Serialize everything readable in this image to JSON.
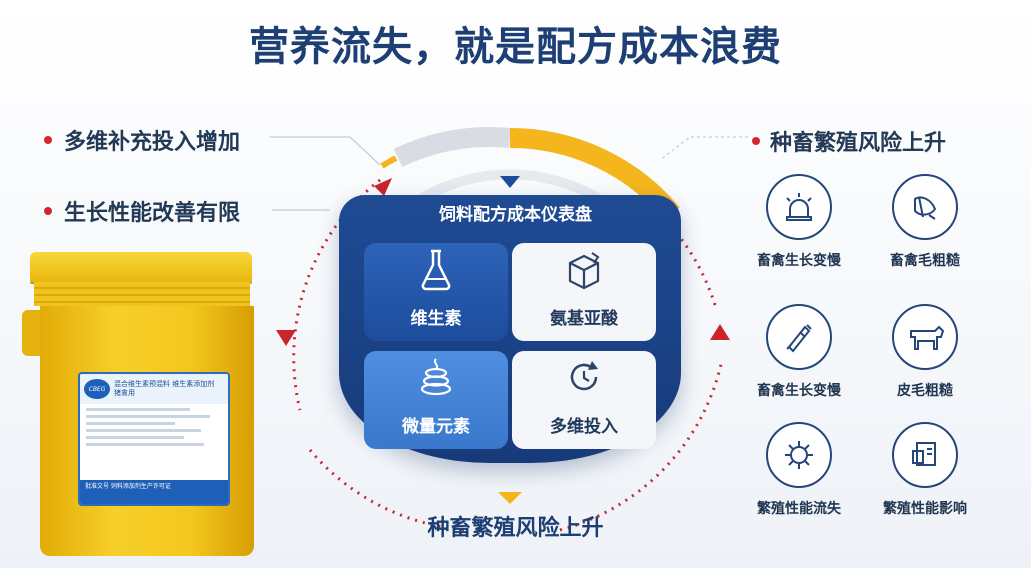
{
  "title": "营养流失，就是配方成本浪费",
  "left_bullets": [
    {
      "text": "多维补充投入增加"
    },
    {
      "text": "生长性能改善有限"
    }
  ],
  "product_label": {
    "brand": "CBEG",
    "line1": "混合维生素预混料 维生素添加剂",
    "line2": "猪禽用",
    "footer": "批准文号 饲料添加剂生产许可证"
  },
  "dashboard": {
    "title": "饲料配方成本仪表盘",
    "tiles": [
      {
        "label": "维生素",
        "icon": "flask-icon"
      },
      {
        "label": "氨基亚酸",
        "icon": "box-icon"
      },
      {
        "label": "微量元素",
        "icon": "coil-icon"
      },
      {
        "label": "多维投入",
        "icon": "refresh-icon"
      }
    ]
  },
  "bottom_label": "种畜繁殖风险上升",
  "right_header": "种畜繁殖风险上升",
  "right_items": [
    {
      "label": "畜禽生长变慢",
      "icon": "alarm-light-icon"
    },
    {
      "label": "畜禽毛粗糙",
      "icon": "feather-icon"
    },
    {
      "label": "畜禽生长变慢",
      "icon": "syringe-icon"
    },
    {
      "label": "皮毛粗糙",
      "icon": "cow-icon"
    },
    {
      "label": "繁殖性能流失",
      "icon": "virus-icon"
    },
    {
      "label": "繁殖性能影响",
      "icon": "report-icon"
    }
  ],
  "colors": {
    "accent_blue": "#1d3f73",
    "accent_yellow": "#f5b51c",
    "alert_red": "#d0282e"
  }
}
